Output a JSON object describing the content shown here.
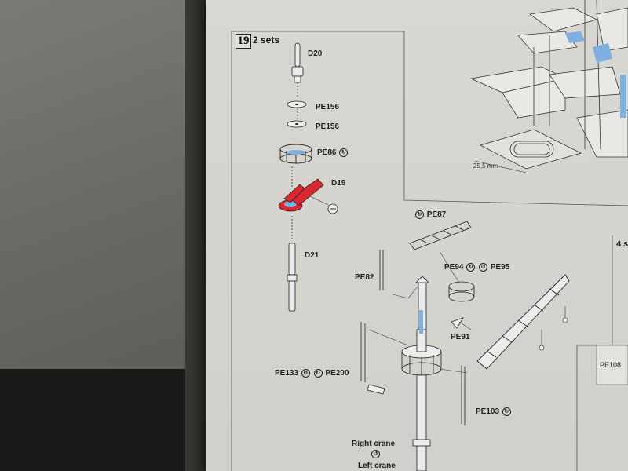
{
  "step": {
    "number": "19",
    "sets": "2 sets"
  },
  "parts": {
    "d20": "D20",
    "pe156_a": "PE156",
    "pe156_b": "PE156",
    "pe86": "PE86",
    "d19": "D19",
    "d21": "D21",
    "pe87": "PE87",
    "pe82": "PE82",
    "pe94": "PE94",
    "pe95": "PE95",
    "pe91": "PE91",
    "pe133": "PE133",
    "pe200": "PE200",
    "pe103": "PE103",
    "pe108": "PE108"
  },
  "labels": {
    "right_crane": "Right crane",
    "left_crane": "Left crane",
    "measurement": "25,5 mm",
    "next_step_partial": "4 s"
  },
  "icons": {
    "flip": "↻",
    "glue": "↺"
  },
  "colors": {
    "highlight_red": "#d9282f",
    "highlight_blue": "#7fb0e0"
  }
}
